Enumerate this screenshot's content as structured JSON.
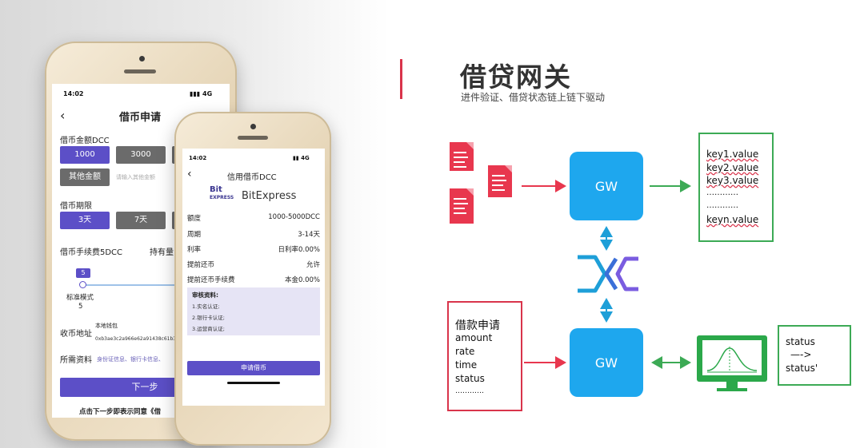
{
  "header": {
    "title": "借贷网关",
    "subtitle": "进件验证、借贷状态链上链下驱动",
    "accent_color": "#d9344b"
  },
  "phone_left": {
    "time": "14:02",
    "network": "4G",
    "title": "借币申请",
    "amount_label": "借币金额DCC",
    "amount_options": [
      "1000",
      "3000"
    ],
    "other_amount_button": "其他金额",
    "other_amount_placeholder": "请输入其他金额",
    "period_label": "借币期限",
    "period_options": [
      "3天",
      "7天"
    ],
    "fee_label": "借币手续费5DCC",
    "holding_label": "持有量",
    "slider_value": "5",
    "mode_label": "标准模式",
    "mode_value": "5",
    "address_label": "收币地址",
    "wallet_label": "本地钱包",
    "wallet_address": "0xb3ae3c2a966e62a91438c61b3c",
    "docs_label": "所需资料",
    "docs_value": "身份证信息、银行卡信息、",
    "next_button": "下一步",
    "agree_text": "点击下一步即表示同意《借"
  },
  "phone_right": {
    "time": "14:02",
    "network": "4G",
    "title": "信用借币DCC",
    "logo_top": "Bit",
    "logo_bottom": "EXPRESS",
    "brand": "BitExpress",
    "rows": [
      {
        "label": "额度",
        "value": "1000-5000DCC"
      },
      {
        "label": "周期",
        "value": "3-14天"
      },
      {
        "label": "利率",
        "value": "日利率0.00%"
      },
      {
        "label": "提前还币",
        "value": "允许"
      },
      {
        "label": "提前还币手续费",
        "value": "本金0.00%"
      }
    ],
    "review_title": "审核资料:",
    "review_items": [
      "1.实名认证;",
      "2.银行卡认证;",
      "3.运营商认证;"
    ],
    "apply_button": "申请借币"
  },
  "diagram": {
    "gw_top": "GW",
    "gw_bottom": "GW",
    "kv_lines": [
      "key1.value",
      "key2.value",
      "key3.value",
      "…………",
      "…………",
      "keyn.value"
    ],
    "loan_lines": [
      "借款申请",
      "amount",
      "rate",
      "time",
      "status",
      "…………"
    ],
    "status_lines": [
      "status",
      "—->",
      "status'"
    ],
    "colors": {
      "gw": "#1ea7ee",
      "green": "#3caa55",
      "red": "#e8374e",
      "link": "#1e9fd8"
    }
  }
}
